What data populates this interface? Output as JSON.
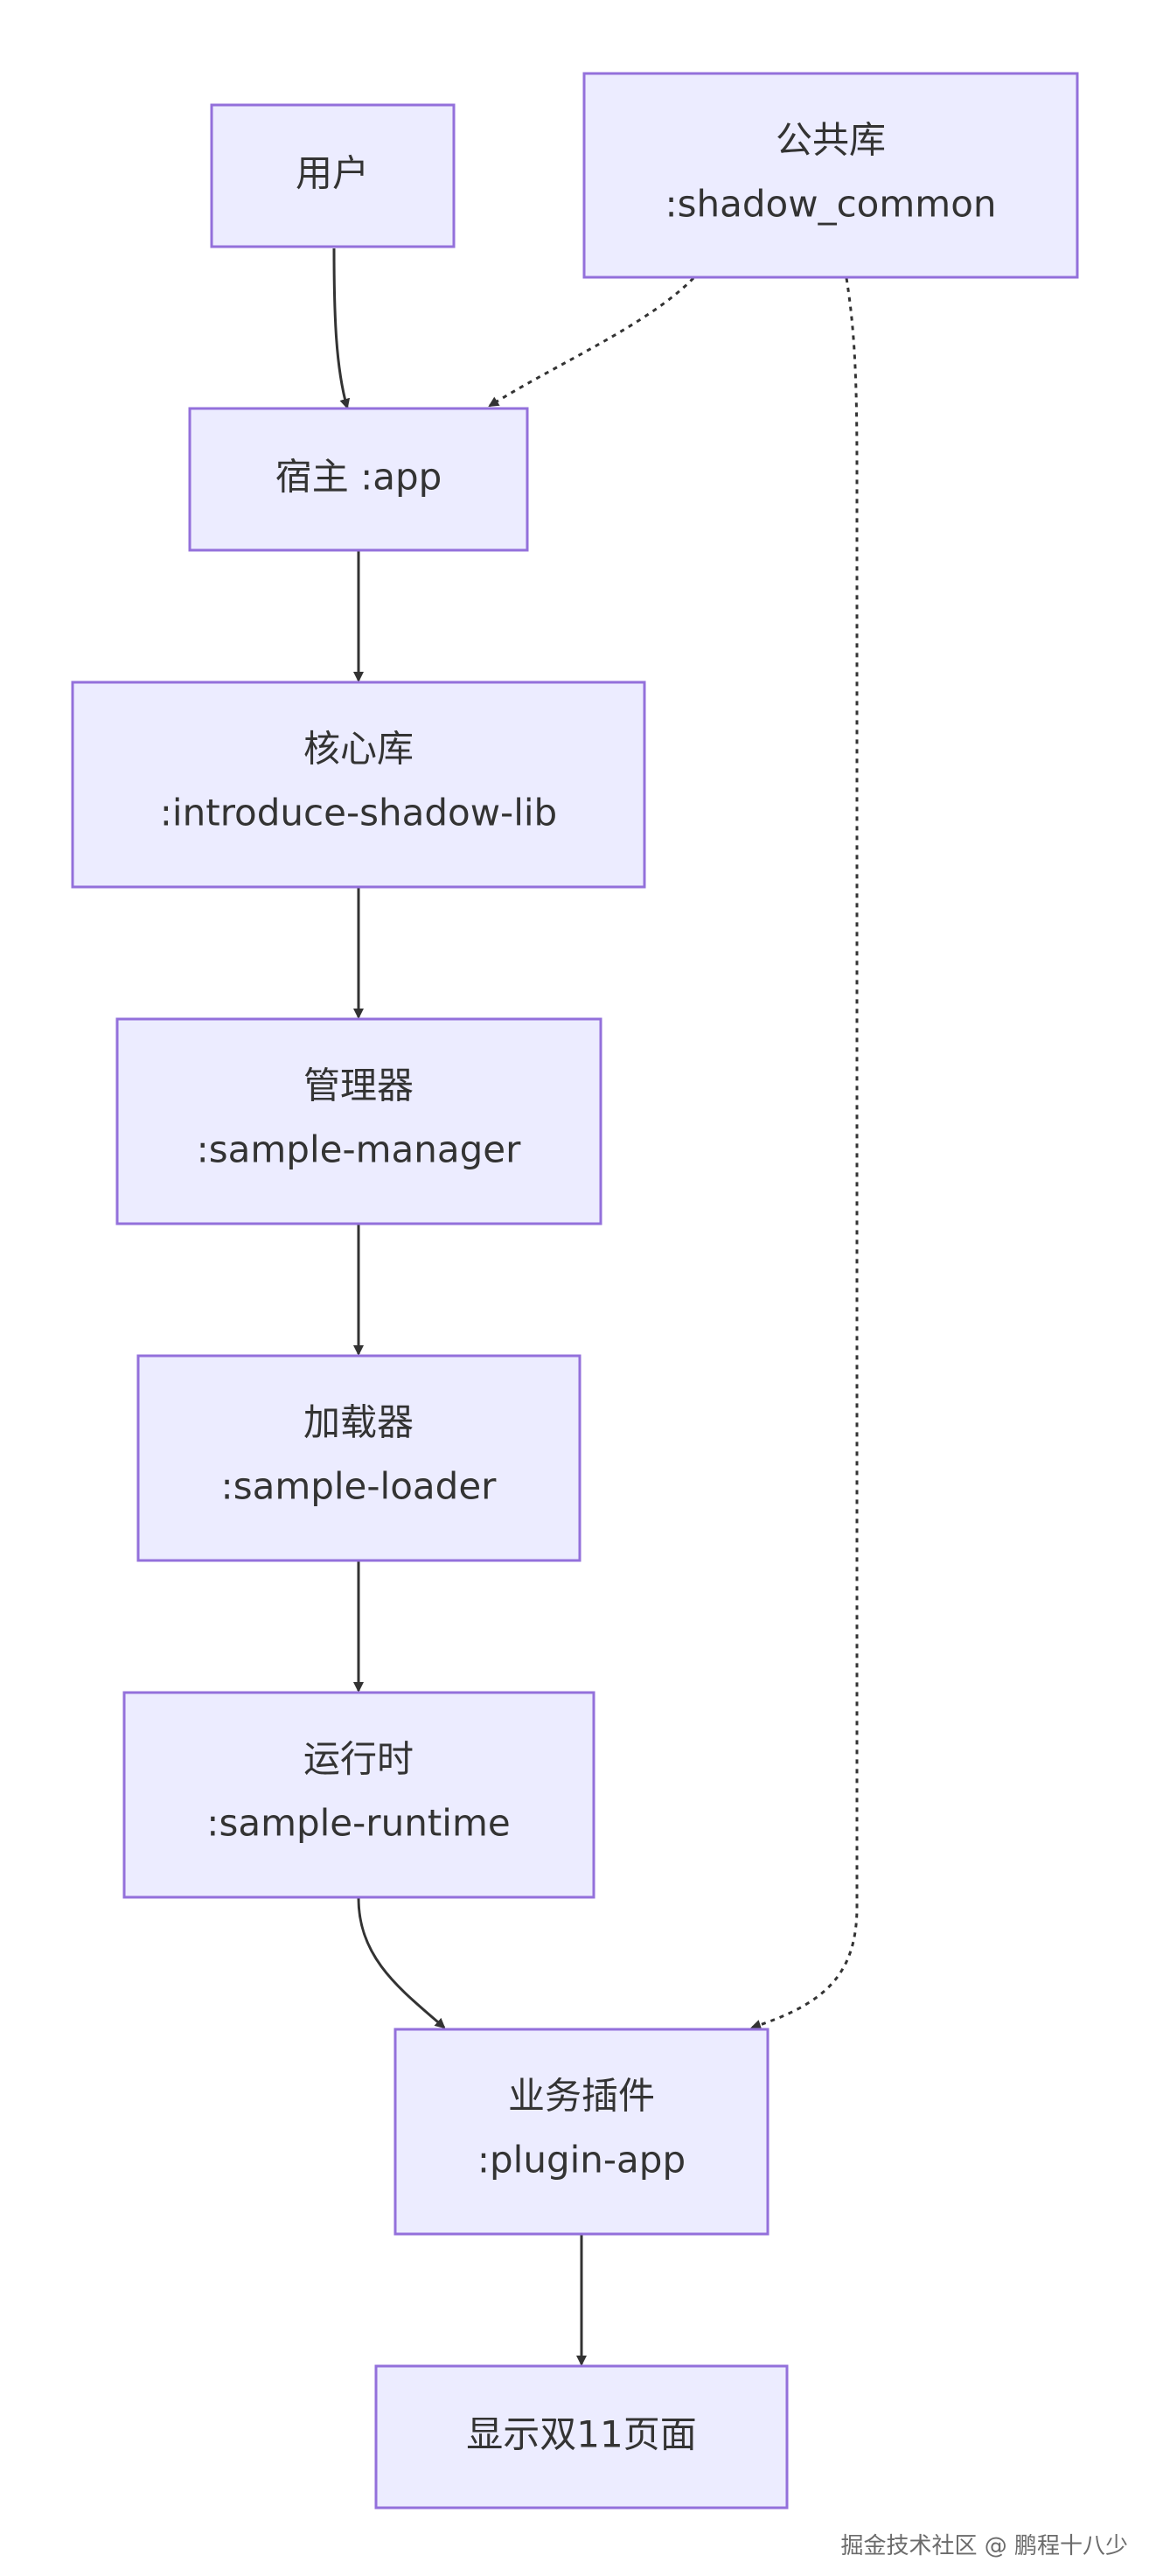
{
  "nodes": {
    "user": {
      "line1": "用户",
      "line2": ""
    },
    "common": {
      "line1": "公共库",
      "line2": ":shadow_common"
    },
    "host": {
      "line1": "宿主 :app",
      "line2": ""
    },
    "core": {
      "line1": "核心库",
      "line2": ":introduce-shadow-lib"
    },
    "manager": {
      "line1": "管理器",
      "line2": ":sample-manager"
    },
    "loader": {
      "line1": "加载器",
      "line2": ":sample-loader"
    },
    "runtime": {
      "line1": "运行时",
      "line2": ":sample-runtime"
    },
    "plugin": {
      "line1": "业务插件",
      "line2": ":plugin-app"
    },
    "display": {
      "line1": "显示双11页面",
      "line2": ""
    }
  },
  "edges": [
    {
      "from": "user",
      "to": "host",
      "style": "solid"
    },
    {
      "from": "common",
      "to": "host",
      "style": "dotted"
    },
    {
      "from": "host",
      "to": "core",
      "style": "solid"
    },
    {
      "from": "core",
      "to": "manager",
      "style": "solid"
    },
    {
      "from": "manager",
      "to": "loader",
      "style": "solid"
    },
    {
      "from": "loader",
      "to": "runtime",
      "style": "solid"
    },
    {
      "from": "runtime",
      "to": "plugin",
      "style": "solid"
    },
    {
      "from": "common",
      "to": "plugin",
      "style": "dotted"
    },
    {
      "from": "plugin",
      "to": "display",
      "style": "solid"
    }
  ],
  "colors": {
    "node_fill": "#ececff",
    "node_border": "#9370db",
    "edge": "#333333",
    "text": "#333333"
  },
  "watermark": "掘金技术社区 @ 鹏程十八少"
}
